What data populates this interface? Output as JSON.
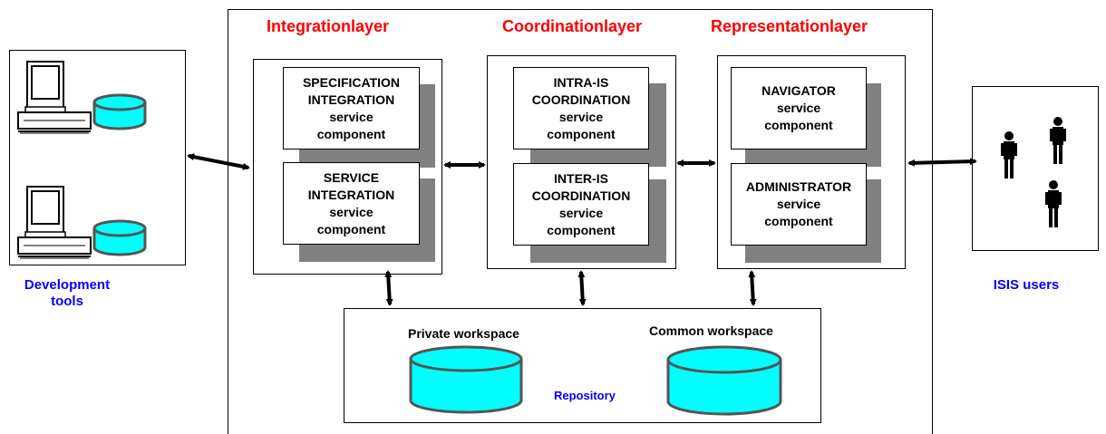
{
  "layers": {
    "integration": "Integrationlayer",
    "coordination": "Coordinationlayer",
    "representation": "Representationlayer"
  },
  "components": {
    "spec_integration": [
      "SPECIFICATION",
      "INTEGRATION",
      "service",
      "component"
    ],
    "service_integration": [
      "SERVICE",
      "INTEGRATION",
      "service",
      "component"
    ],
    "intra_coordination": [
      "INTRA-IS",
      "COORDINATION",
      "service",
      "component"
    ],
    "inter_coordination": [
      "INTER-IS",
      "COORDINATION",
      "service",
      "component"
    ],
    "navigator": [
      "NAVIGATOR",
      "service",
      "component"
    ],
    "administrator": [
      "ADMINISTRATOR",
      "service",
      "component"
    ]
  },
  "repository": {
    "label": "Repository",
    "private_workspace": "Private workspace",
    "common_workspace": "Common workspace"
  },
  "left_label": [
    "Development",
    "tools"
  ],
  "right_label": "ISIS users",
  "colors": {
    "layer_title": "#ff0000",
    "blue_label": "#0000ff",
    "cylinder_fill": "#00ffff",
    "shadow": "#808080"
  }
}
